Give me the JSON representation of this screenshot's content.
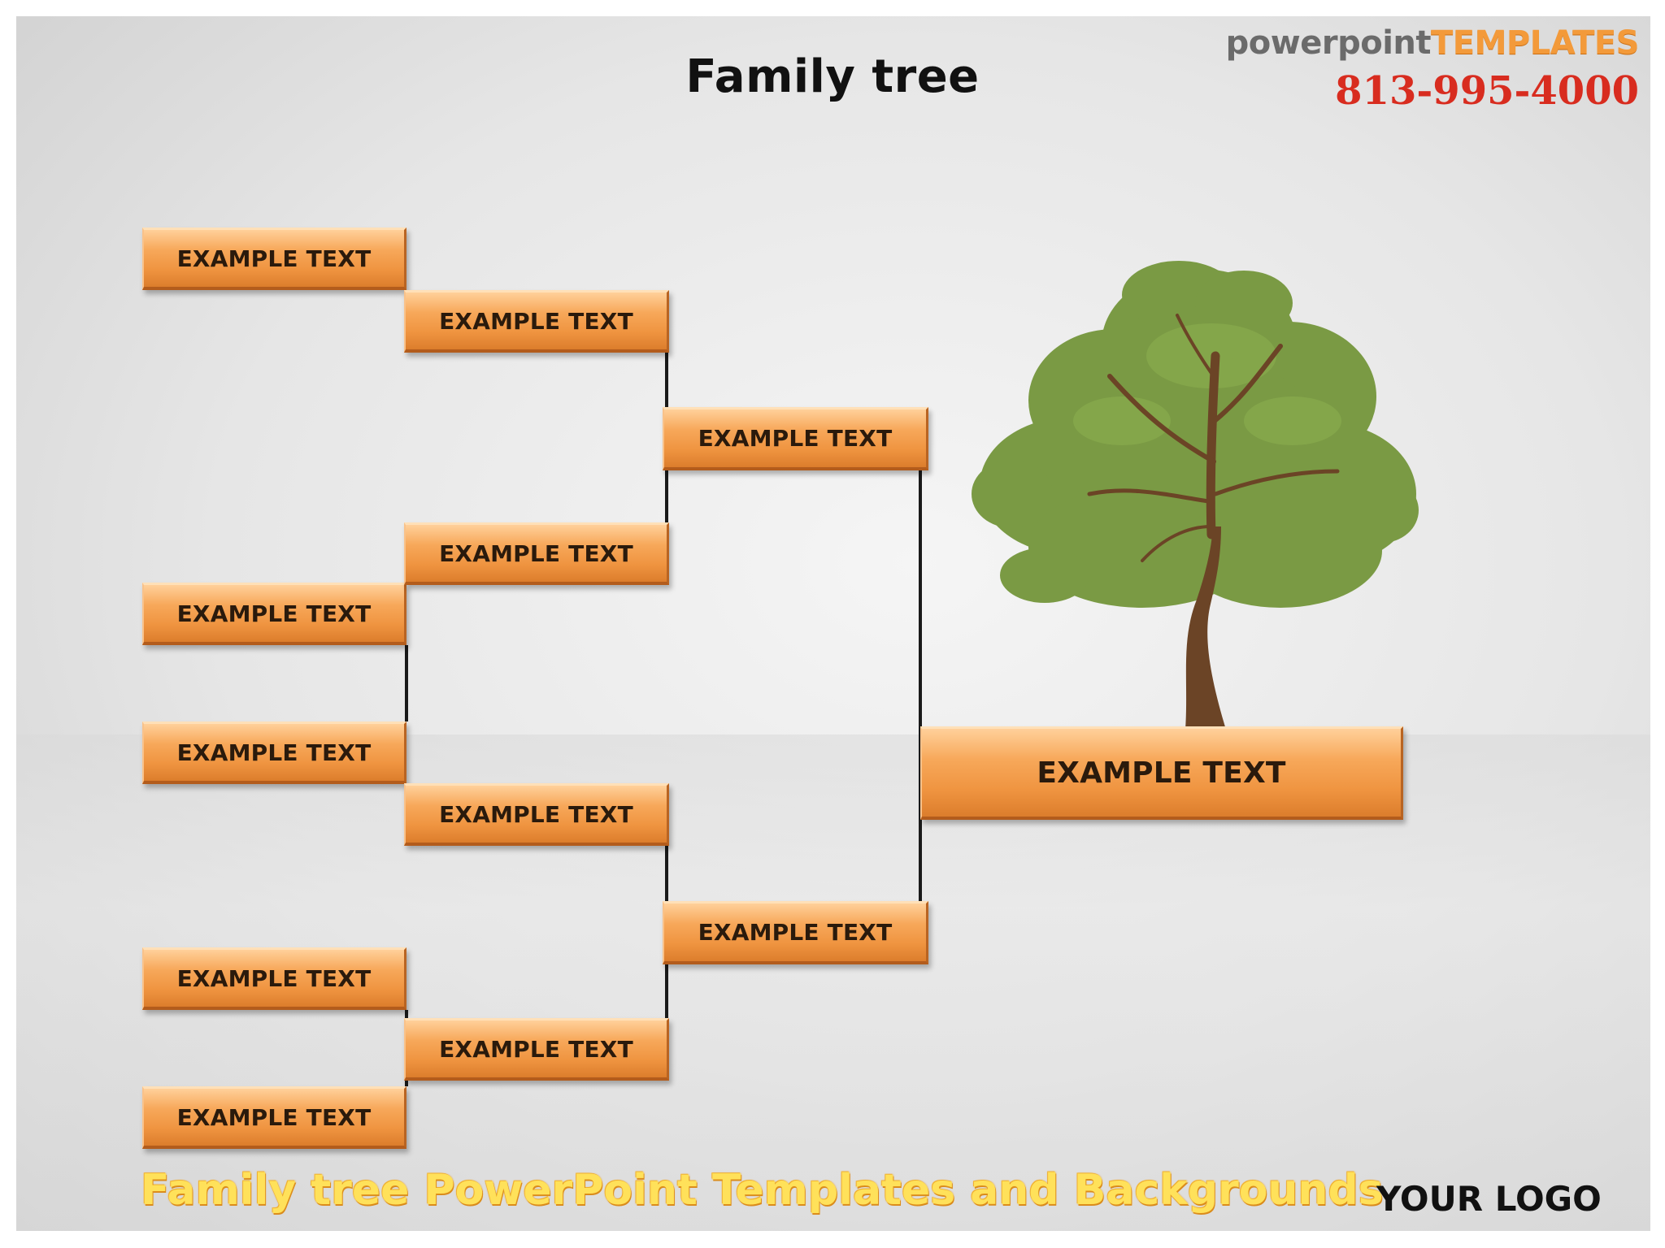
{
  "title": "Family tree",
  "brand": {
    "name_part1": "powerpoint",
    "name_part2": "TEMPLATES",
    "phone": "813-995-4000"
  },
  "boxes": {
    "g1_1": "EXAMPLE TEXT",
    "g1_2": "EXAMPLE TEXT",
    "g1_3": "EXAMPLE TEXT",
    "g1_4": "EXAMPLE TEXT",
    "g1_5": "EXAMPLE TEXT",
    "g2_1": "EXAMPLE TEXT",
    "g2_2": "EXAMPLE TEXT",
    "g2_3": "EXAMPLE TEXT",
    "g2_4": "EXAMPLE TEXT",
    "g3_1": "EXAMPLE TEXT",
    "g3_2": "EXAMPLE TEXT",
    "root": "EXAMPLE TEXT"
  },
  "footer": {
    "caption": "Family tree PowerPoint Templates and Backgrounds",
    "logo": "YOUR LOGO"
  },
  "colors": {
    "box_orange": "#ef9440",
    "tree_foliage": "#7a9a44",
    "tree_trunk": "#6b4426",
    "phone_red": "#d82c1f",
    "caption_yellow": "#ffe15a"
  }
}
